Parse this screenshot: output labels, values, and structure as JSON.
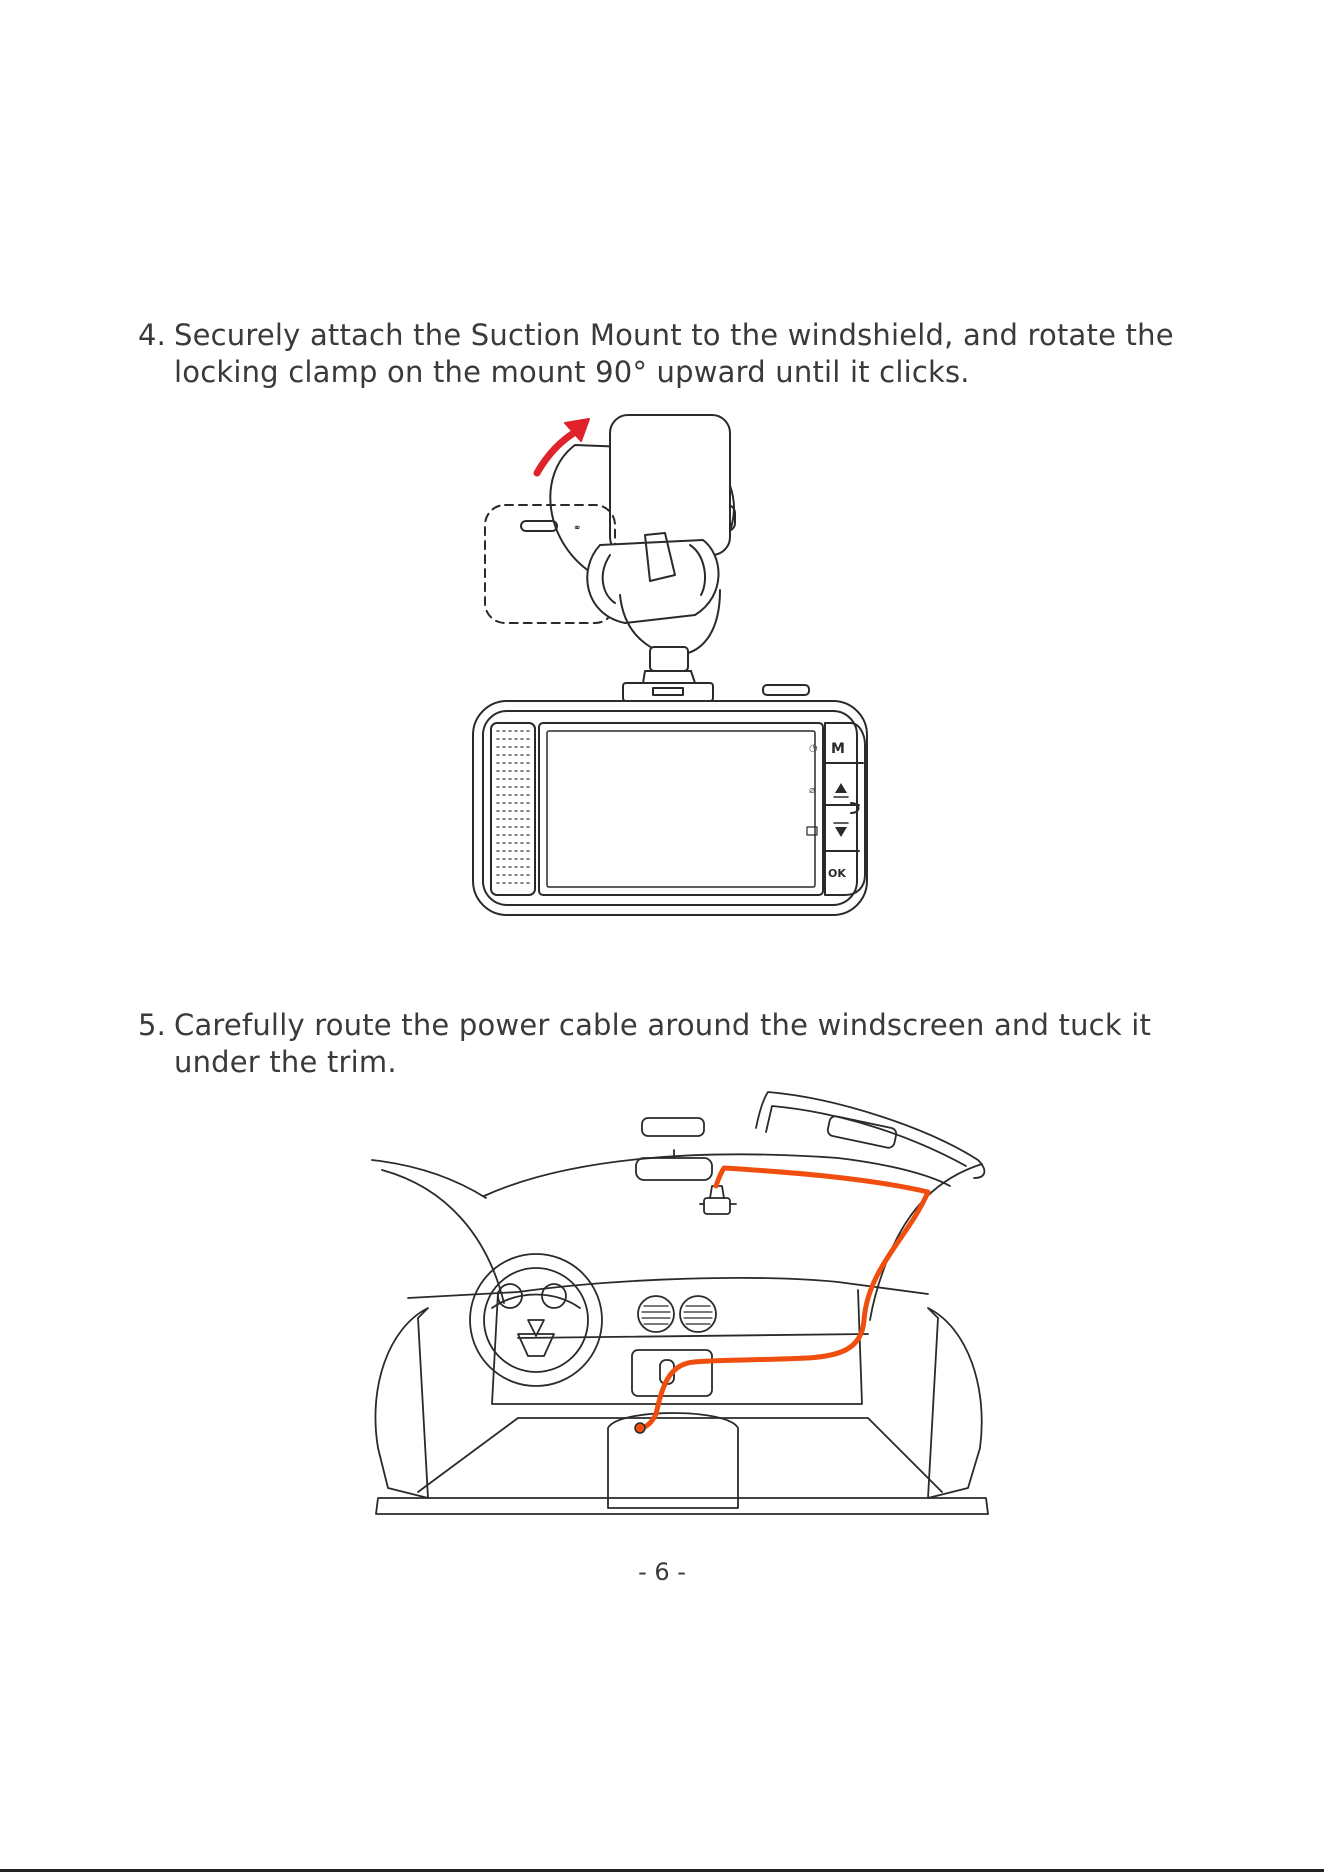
{
  "steps": [
    {
      "number": "4.",
      "text": "Securely attach the Suction Mount to the windshield, and rotate the locking clamp on the mount 90° upward until it clicks."
    },
    {
      "number": "5.",
      "text": "Carefully route the power cable around the windscreen and tuck it under the trim."
    }
  ],
  "dashcam_buttons": {
    "menu": "M",
    "ok": "OK"
  },
  "page_number": "- 6 -",
  "colors": {
    "arrow": "#e0222a",
    "cable": "#f04e0f",
    "line": "#2a2a2a"
  }
}
